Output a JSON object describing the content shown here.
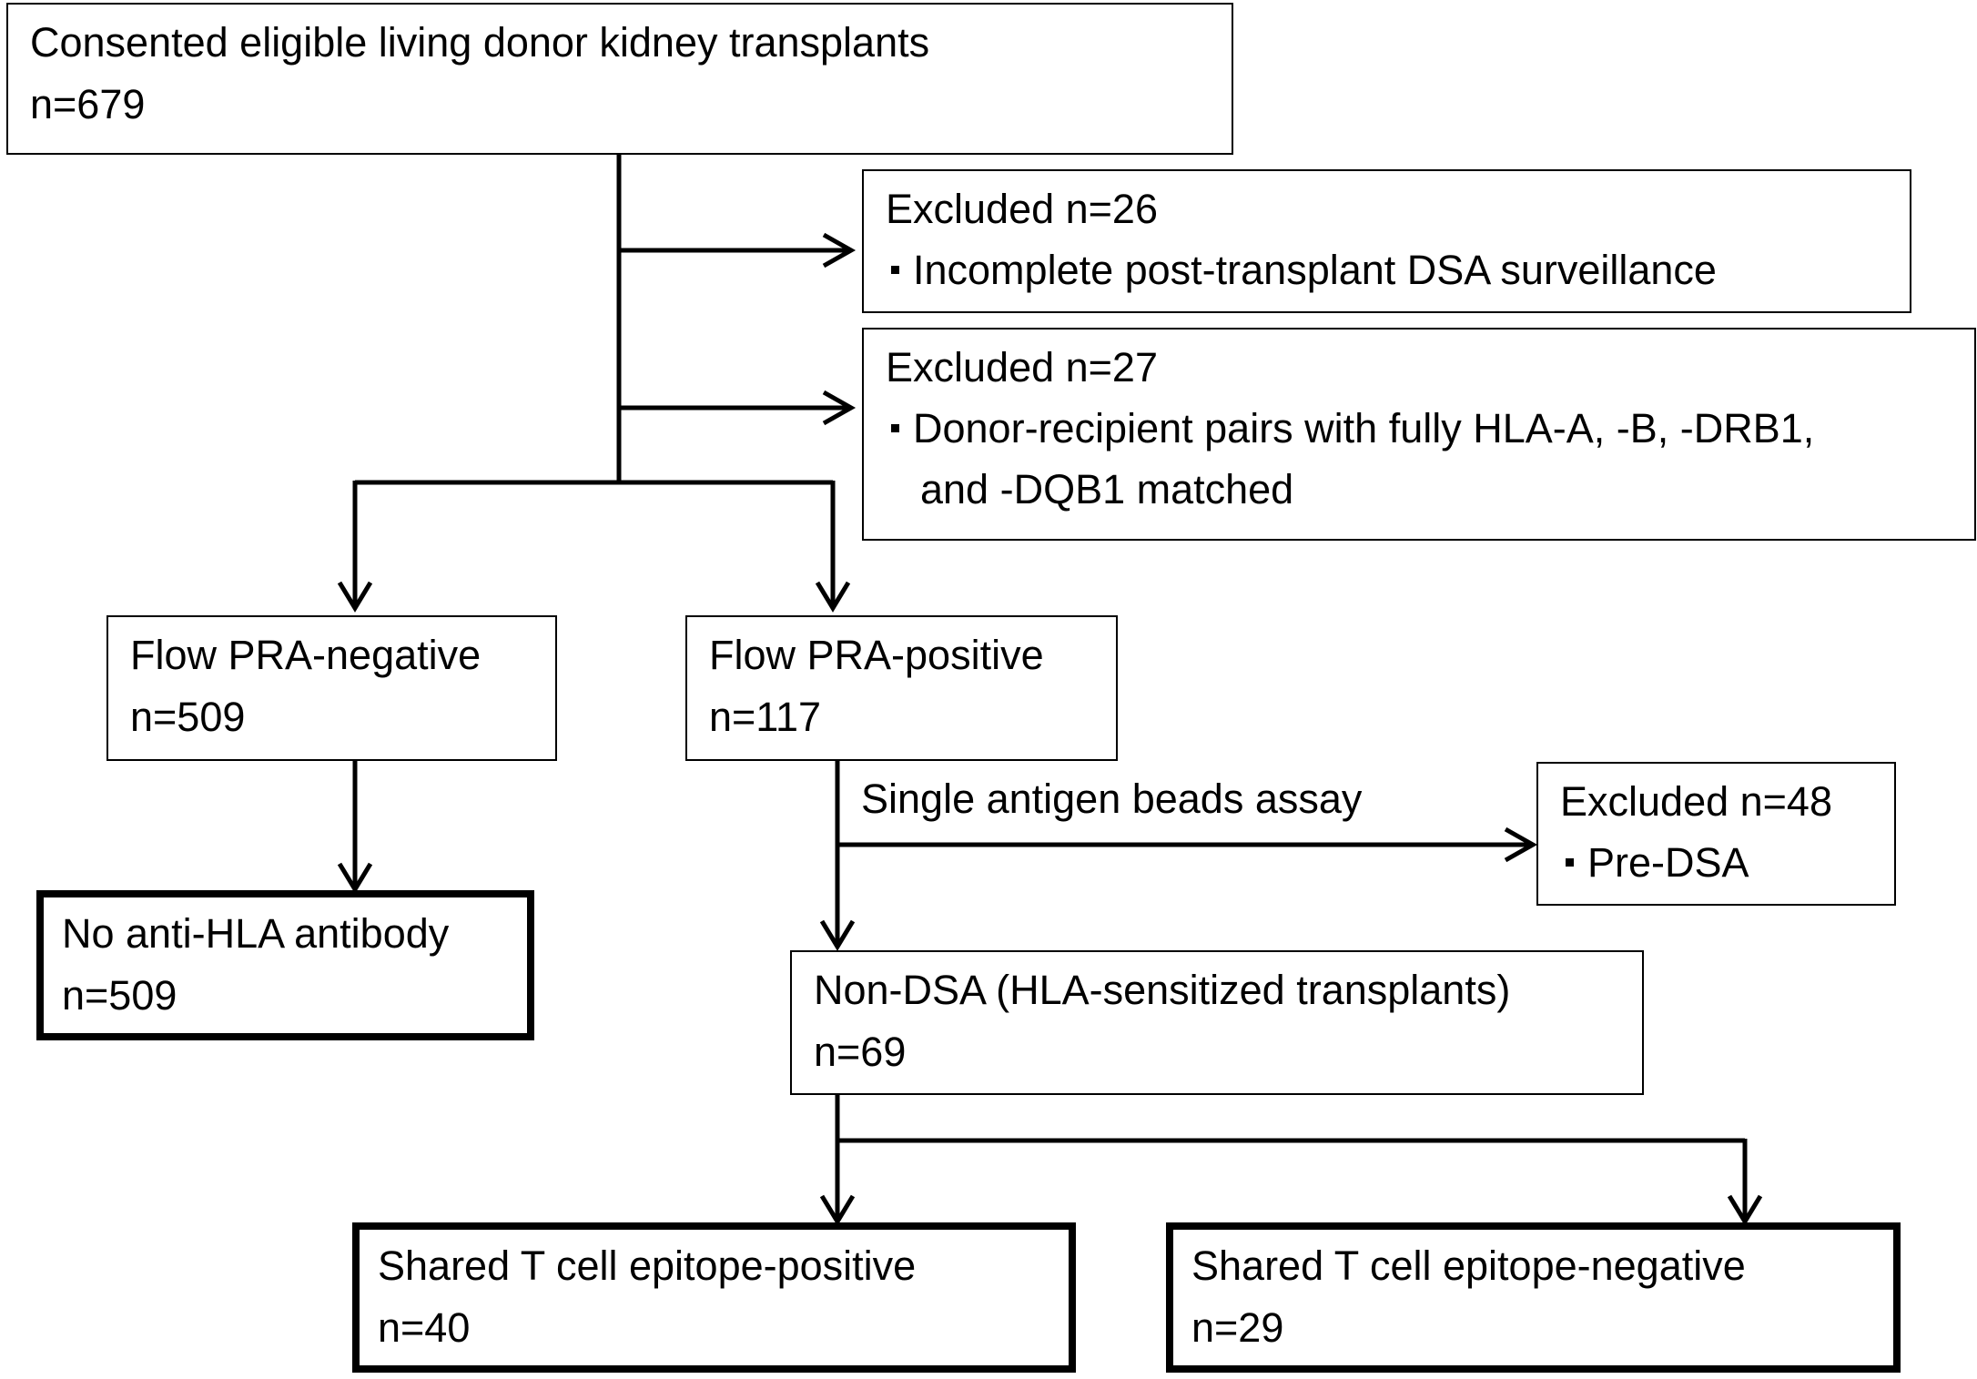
{
  "nodes": {
    "consented": {
      "line1": "Consented eligible living donor kidney transplants",
      "line2": "n=679"
    },
    "excluded_1": {
      "title": "Excluded n=26",
      "bullet": "Incomplete post-transplant DSA surveillance"
    },
    "excluded_2": {
      "title": "Excluded n=27",
      "bullet_line1": "Donor-recipient pairs with fully HLA-A, -B, -DRB1,",
      "bullet_line2": "and -DQB1 matched"
    },
    "flow_neg": {
      "line1": "Flow PRA-negative",
      "line2": "n=509"
    },
    "flow_pos": {
      "line1": "Flow PRA-positive",
      "line2": "n=117"
    },
    "no_antibody": {
      "line1": "No anti-HLA antibody",
      "line2": "n=509"
    },
    "excluded_3": {
      "title": "Excluded n=48",
      "bullet": "Pre-DSA"
    },
    "non_dsa": {
      "line1": "Non-DSA (HLA-sensitized transplants)",
      "line2": "n=69"
    },
    "shared_pos": {
      "line1": "Shared T cell epitope-positive",
      "line2": "n=40"
    },
    "shared_neg": {
      "line1": "Shared T cell epitope-negative",
      "line2": "n=29"
    }
  },
  "edge_labels": {
    "single_antigen": "Single antigen beads assay"
  }
}
